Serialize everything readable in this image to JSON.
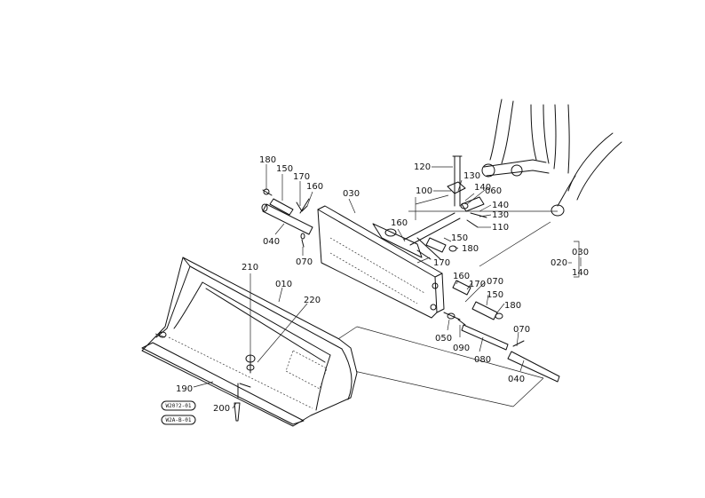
{
  "diagram": {
    "part_labels": [
      "180",
      "150",
      "170",
      "160",
      "030",
      "040",
      "070",
      "120",
      "130",
      "100",
      "140",
      "060",
      "140",
      "130",
      "110",
      "160",
      "150",
      "180",
      "170",
      "020",
      "030",
      "140",
      "160",
      "170",
      "070",
      "150",
      "180",
      "050",
      "090",
      "080",
      "070",
      "040",
      "210",
      "010",
      "220",
      "190",
      "200"
    ],
    "stamps": [
      "W20?2-01",
      "W2A-B-01"
    ],
    "colors": {
      "line": "#111111",
      "background": "#ffffff"
    }
  }
}
